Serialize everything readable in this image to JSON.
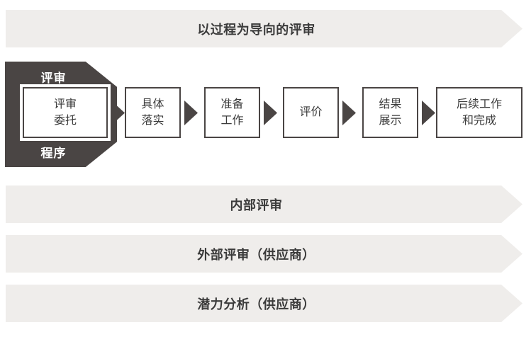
{
  "diagram": {
    "title": "以过程为导向的评审",
    "top_banner": {
      "label": "以过程为导向的评审"
    },
    "phase_block": {
      "top_label": "评审",
      "bottom_label": "程序",
      "color": "#4a4544"
    },
    "steps": [
      {
        "name": "step-review-commission",
        "line1": "评审",
        "line2": "委托"
      },
      {
        "name": "step-concrete-implementation",
        "line1": "具体",
        "line2": "落实"
      },
      {
        "name": "step-preparation-work",
        "line1": "准备",
        "line2": "工作"
      },
      {
        "name": "step-evaluation",
        "line1": "评价",
        "line2": ""
      },
      {
        "name": "step-result-presentation",
        "line1": "结果",
        "line2": "展示"
      },
      {
        "name": "step-follow-up-completion",
        "line1": "后续工作",
        "line2": "和完成"
      }
    ],
    "arrows": [
      {
        "name": "arrow-connector-1"
      },
      {
        "name": "arrow-connector-2"
      },
      {
        "name": "arrow-connector-3"
      },
      {
        "name": "arrow-connector-4"
      },
      {
        "name": "arrow-connector-5"
      }
    ],
    "category_rows": [
      {
        "name": "row-internal-review",
        "label": "内部评审"
      },
      {
        "name": "row-external-review-supplier",
        "label": "外部评审（供应商）"
      },
      {
        "name": "row-potential-analysis-supplier",
        "label": "潜力分析（供应商）"
      }
    ],
    "colors": {
      "banner_fill": "#efedeb",
      "dark_fill": "#4a4544",
      "box_border": "#4a4544",
      "text": "#3b3b3b",
      "page_background": "#ffffff"
    }
  }
}
